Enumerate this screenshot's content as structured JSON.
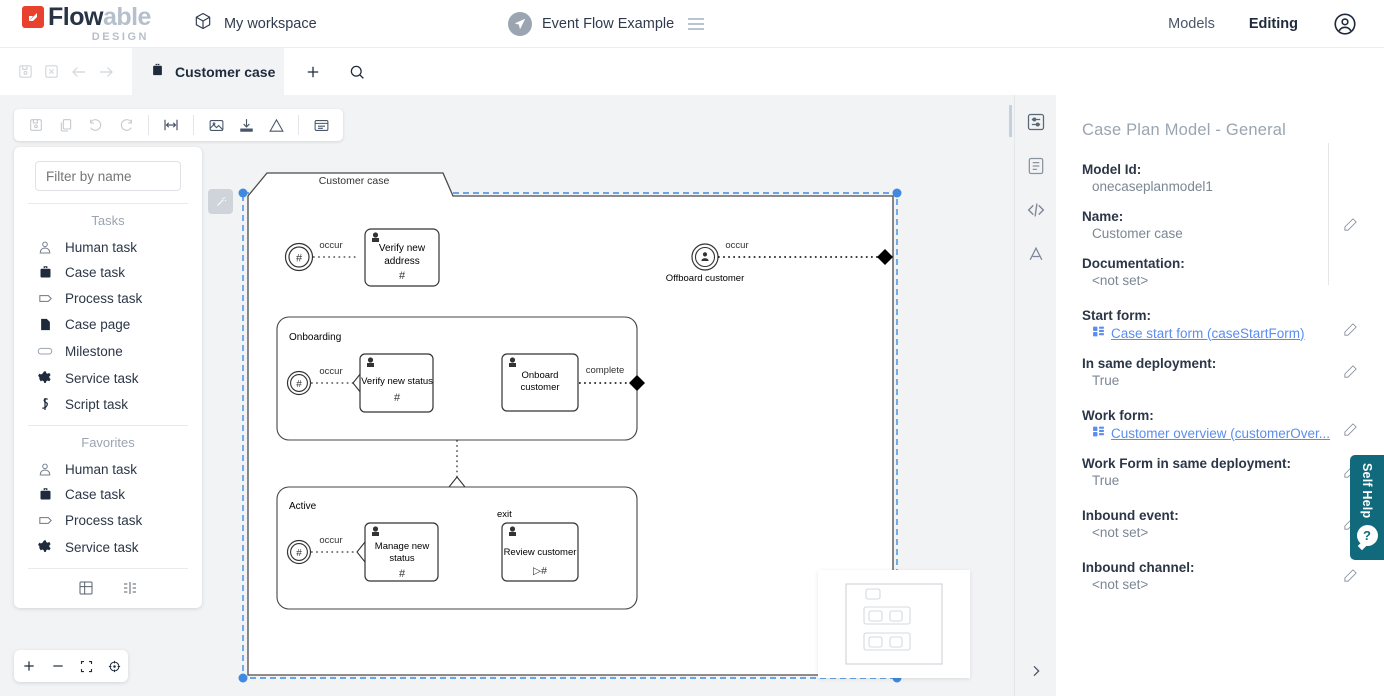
{
  "header": {
    "logo": {
      "name_dark": "Flow",
      "name_light": "able",
      "subtitle": "DESIGN",
      "icon": "flowable-logo-icon"
    },
    "workspace": {
      "label": "My workspace",
      "icon": "cube-icon"
    },
    "document": {
      "title": "Event Flow Example",
      "avatar_icon": "paper-plane-icon",
      "menu_icon": "hamburger-icon"
    },
    "nav": [
      {
        "label": "Models",
        "active": false
      },
      {
        "label": "Editing",
        "active": true
      }
    ],
    "account_icon": "user-circle-icon"
  },
  "tabbar": {
    "tools": [
      "save-disabled-icon",
      "close-box-icon",
      "arrow-left-icon",
      "arrow-right-icon"
    ],
    "active_tab": {
      "label": "Customer case",
      "icon": "case-briefcase-icon"
    },
    "actions": [
      "plus-icon",
      "search-icon"
    ]
  },
  "canvas_toolbar": {
    "buttons": [
      {
        "name": "save-icon",
        "disabled": true
      },
      {
        "name": "copy-icon",
        "disabled": true
      },
      {
        "name": "undo-icon",
        "disabled": true
      },
      {
        "name": "redo-icon",
        "disabled": true
      },
      {
        "name": "fit-width-icon",
        "disabled": false
      },
      {
        "name": "export-image-icon",
        "disabled": false
      },
      {
        "name": "download-icon",
        "disabled": false
      },
      {
        "name": "validation-warning-icon",
        "disabled": false
      },
      {
        "name": "toggle-panel-icon",
        "disabled": false
      }
    ]
  },
  "palette": {
    "filter_placeholder": "Filter by name",
    "filter_value": "",
    "sections": [
      {
        "title": "Tasks",
        "items": [
          {
            "label": "Human task",
            "icon": "human-task-icon"
          },
          {
            "label": "Case task",
            "icon": "case-task-icon"
          },
          {
            "label": "Process task",
            "icon": "process-task-icon"
          },
          {
            "label": "Case page",
            "icon": "case-page-icon"
          },
          {
            "label": "Milestone",
            "icon": "milestone-icon"
          },
          {
            "label": "Service task",
            "icon": "service-task-icon"
          },
          {
            "label": "Script task",
            "icon": "script-task-icon"
          }
        ]
      },
      {
        "title": "Favorites",
        "items": [
          {
            "label": "Human task",
            "icon": "human-task-icon"
          },
          {
            "label": "Case task",
            "icon": "case-task-icon"
          },
          {
            "label": "Process task",
            "icon": "process-task-icon"
          },
          {
            "label": "Service task",
            "icon": "service-task-icon"
          }
        ]
      }
    ],
    "footer_icons": [
      "grid-layout-icon",
      "collapse-palette-icon"
    ]
  },
  "zoom_controls": {
    "buttons": [
      "zoom-in-icon",
      "zoom-out-icon",
      "fit-screen-icon",
      "reset-zoom-icon"
    ]
  },
  "diagram": {
    "wand_icon": "magic-wand-icon",
    "case_plan_label": "Customer case",
    "stages": [
      {
        "label": "Onboarding"
      },
      {
        "label": "Active"
      }
    ],
    "nodes": [
      {
        "label": "Verify new address",
        "type": "human-task",
        "marker": "#"
      },
      {
        "label": "Offboard customer",
        "type": "user-event-listener"
      },
      {
        "label": "Verify new status",
        "type": "human-task",
        "marker": "#"
      },
      {
        "label": "Onboard customer",
        "type": "human-task"
      },
      {
        "label": "Manage new status",
        "type": "human-task",
        "marker": "#"
      },
      {
        "label": "Review customer",
        "type": "human-task",
        "marker": "▷#"
      }
    ],
    "edge_labels": [
      "occur",
      "occur",
      "occur",
      "complete",
      "occur",
      "exit"
    ]
  },
  "rail": {
    "items": [
      {
        "icon": "properties-panel-icon",
        "selected": true
      },
      {
        "icon": "documentation-icon",
        "selected": false
      },
      {
        "icon": "source-code-icon",
        "selected": false
      },
      {
        "icon": "text-annotation-icon",
        "selected": false
      }
    ],
    "expand_icon": "chevron-right-icon"
  },
  "properties": {
    "title": "Case Plan Model - General",
    "rows": [
      {
        "key": "Model Id:",
        "value": "onecaseplanmodel1",
        "link": false,
        "edit": false
      },
      {
        "key": "Name:",
        "value": "Customer case",
        "link": false,
        "edit": true
      },
      {
        "key": "Documentation:",
        "value": "<not set>",
        "link": false,
        "edit": false
      },
      {
        "key": "Start form:",
        "value": "Case start form (caseStartForm)",
        "link": true,
        "edit": true
      },
      {
        "key": "In same deployment:",
        "value": "True",
        "link": false,
        "edit": true
      },
      {
        "key": "Work form:",
        "value": "Customer overview (customerOver...",
        "link": true,
        "edit": true
      },
      {
        "key": "Work Form in same deployment:",
        "value": "True",
        "link": false,
        "edit": true
      },
      {
        "key": "Inbound event:",
        "value": "<not set>",
        "link": false,
        "edit": true
      },
      {
        "key": "Inbound channel:",
        "value": "<not set>",
        "link": false,
        "edit": true
      }
    ]
  },
  "self_help": {
    "label": "Self Help",
    "badge": "?",
    "color": "#116a7b"
  },
  "colors": {
    "accent": "#e8422e",
    "link": "#5b8def",
    "selection": "#3f8ae0",
    "panel_bg": "#f2f3f5",
    "text_dark": "#1f2b3d"
  }
}
